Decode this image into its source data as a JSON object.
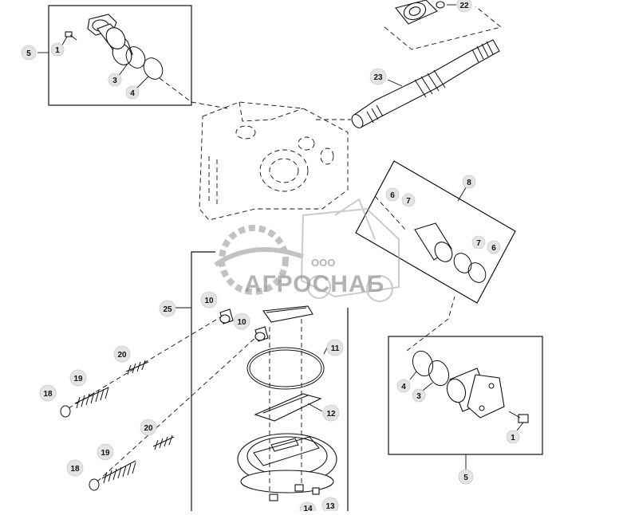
{
  "watermark": {
    "line1": "ООО",
    "line2": "АГРОСНАБ",
    "color": "#9a9a9a"
  },
  "callouts": {
    "c1_top": "1",
    "c3_top": "3",
    "c4_top": "4",
    "c5_top": "5",
    "c22": "22",
    "c23": "23",
    "c8": "8",
    "c6_a": "6",
    "c7_a": "7",
    "c7_b": "7",
    "c6_b": "6",
    "c25": "25",
    "c10_a": "10",
    "c10_b": "10",
    "c11": "11",
    "c12": "12",
    "c20_a": "20",
    "c19_a": "19",
    "c18_a": "18",
    "c20_b": "20",
    "c19_b": "19",
    "c18_b": "18",
    "c4_right": "4",
    "c3_right": "3",
    "c1_right": "1",
    "c5_bottom": "5",
    "c13": "13",
    "c14": "14"
  }
}
